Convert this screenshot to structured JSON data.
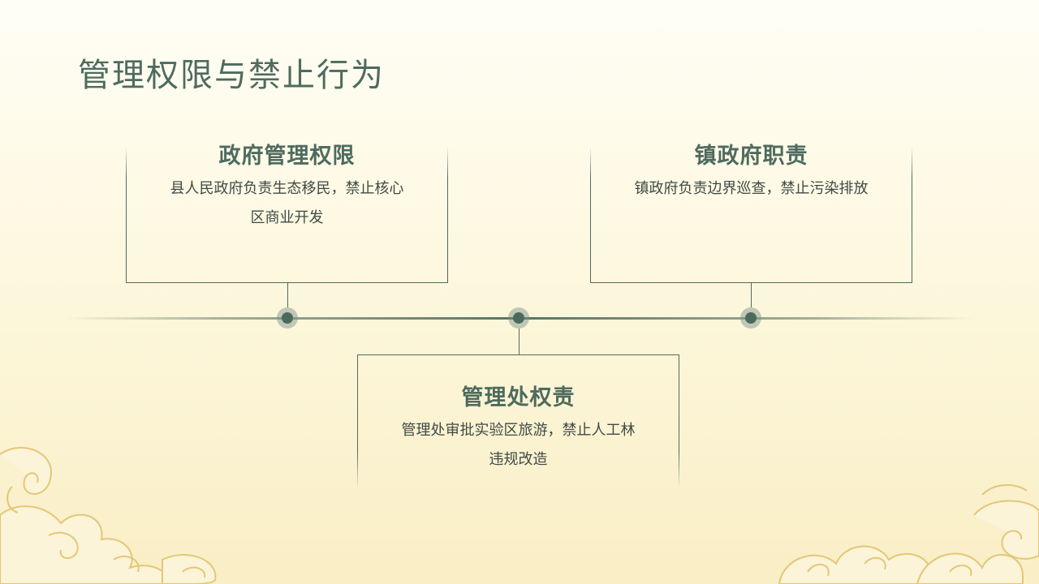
{
  "page": {
    "title": "管理权限与禁止行为"
  },
  "cards": [
    {
      "title": "政府管理权限",
      "body": "县人民政府负责生态移民，禁止核心区商业开发"
    },
    {
      "title": "镇政府职责",
      "body": "镇政府负责边界巡查，禁止污染排放"
    },
    {
      "title": "管理处权责",
      "body": "管理处审批实验区旅游，禁止人工林违规改造"
    }
  ],
  "colors": {
    "accent": "#4e6b5e",
    "node": "#4b6a5d",
    "background": "#fdf8df",
    "cloud_stroke": "#e3c777"
  }
}
